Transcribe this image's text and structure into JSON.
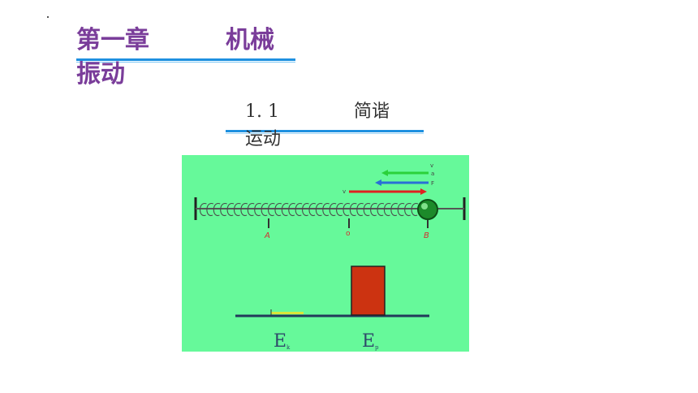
{
  "chapter": {
    "title_part1": "第一章",
    "title_part2": "机械",
    "title_line2": "振动"
  },
  "section": {
    "number": "1. 1",
    "title_part1": "简谐",
    "title_line2": "运动"
  },
  "figure": {
    "point_labels": {
      "left": "A",
      "middle": "o",
      "right": "B"
    },
    "vector_labels": {
      "v_top": "v",
      "a": "a",
      "f": "F",
      "v_red": "v"
    },
    "energy_labels": {
      "ek": "E",
      "ek_sub": "k",
      "ep": "E",
      "ep_sub": "p"
    },
    "colors": {
      "background": "#66f99a",
      "spring": "#4a4a4a",
      "ball": "#1c8a2a",
      "bar_ep": "#cc3311",
      "bar_ek": "#d8e83a",
      "vector_green": "#2bd13a",
      "vector_blue": "#2a6fd6",
      "vector_red": "#e02020",
      "label_red": "#d03030"
    },
    "energy_values": {
      "ek_fraction": 0.0,
      "ep_fraction": 1.0
    }
  }
}
